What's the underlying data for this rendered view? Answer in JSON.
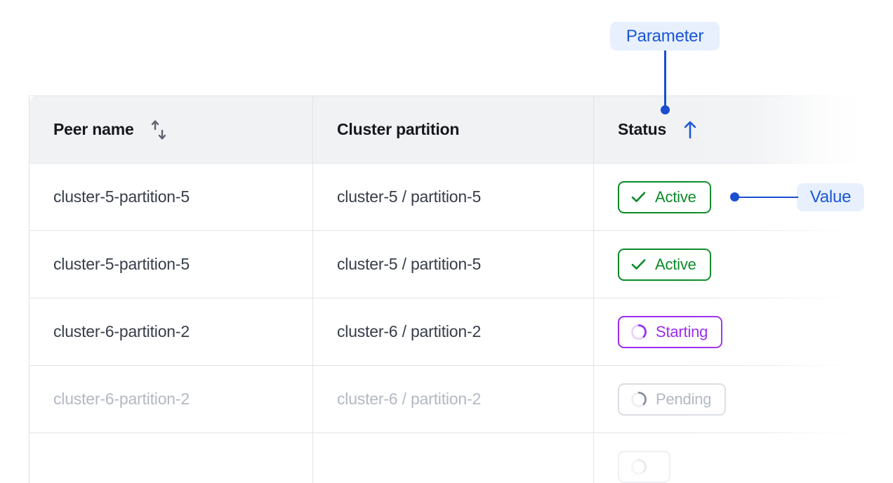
{
  "table": {
    "columns": [
      {
        "key": "peer_name",
        "label": "Peer name",
        "sort_icon": "sort-updown-icon",
        "sort_state": "none"
      },
      {
        "key": "cluster_partition",
        "label": "Cluster partition",
        "sort_icon": null,
        "sort_state": null
      },
      {
        "key": "status",
        "label": "Status",
        "sort_icon": "sort-up-icon",
        "sort_state": "ascending"
      }
    ],
    "rows": [
      {
        "peer_name": "cluster-5-partition-5",
        "cluster_partition": "cluster-5 / partition-5",
        "status": "Active",
        "status_kind": "active",
        "status_icon": "check-icon",
        "opacity": "full"
      },
      {
        "peer_name": "cluster-5-partition-5",
        "cluster_partition": "cluster-5 / partition-5",
        "status": "Active",
        "status_kind": "active",
        "status_icon": "check-icon",
        "opacity": "full"
      },
      {
        "peer_name": "cluster-6-partition-2",
        "cluster_partition": "cluster-6 / partition-2",
        "status": "Starting",
        "status_kind": "starting",
        "status_icon": "spinner-icon",
        "opacity": "full"
      },
      {
        "peer_name": "cluster-6-partition-2",
        "cluster_partition": "cluster-6 / partition-2",
        "status": "Pending",
        "status_kind": "pending",
        "status_icon": "spinner-icon",
        "opacity": "faded"
      },
      {
        "peer_name": "",
        "cluster_partition": "",
        "status": "",
        "status_kind": "pending",
        "status_icon": "spinner-icon",
        "opacity": "faded2"
      }
    ]
  },
  "annotations": {
    "parameter": {
      "label": "Parameter",
      "points_to": "status-column-header"
    },
    "value": {
      "label": "Value",
      "points_to": "status-badge-row-1"
    }
  },
  "colors": {
    "annotation_text": "#1a56d6",
    "annotation_background": "#e8f0fe",
    "annotation_line": "#1a4fd0",
    "status_active": "#0a8a28",
    "status_starting": "#9b2bf0",
    "status_pending": "#6f757f",
    "header_background": "#f1f2f4",
    "header_text": "#16181d",
    "cell_text": "#373d49",
    "border": "#e2e4e8",
    "sort_icon_neutral": "#5c6270",
    "sort_icon_active": "#1a56d6"
  }
}
